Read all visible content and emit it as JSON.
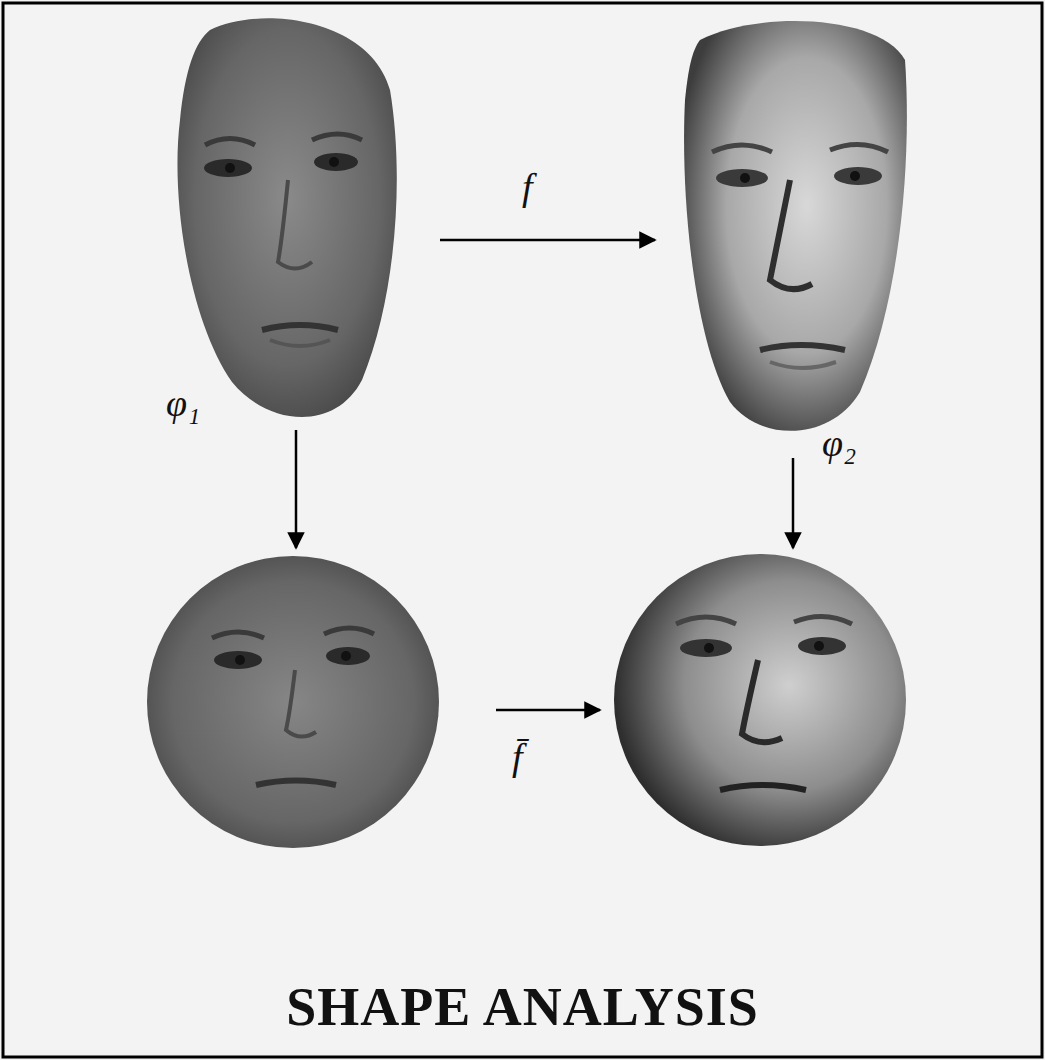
{
  "diagram": {
    "title": "SHAPE ANALYSIS",
    "labels": [
      "f",
      "φ₁",
      "φ₂",
      "f̄"
    ]
  }
}
